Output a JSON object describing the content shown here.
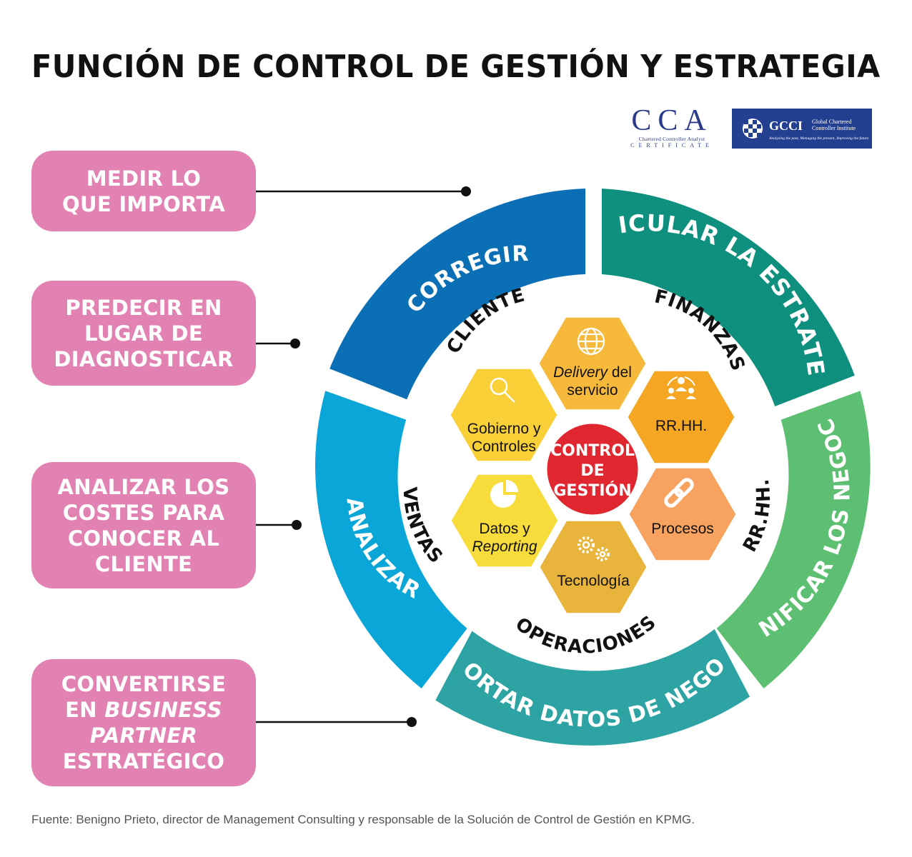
{
  "title": "FUNCIÓN DE CONTROL DE GESTIÓN Y ESTRATEGIA",
  "logos": {
    "cca": {
      "letters": "CCA",
      "line1": "Chartered Controller Analyst",
      "line2": "CERTIFICATE"
    },
    "gcci": {
      "name": "GCCI",
      "full_line1": "Global Chartered",
      "full_line2": "Controller Institute",
      "tagline": "Analyzing the past, Managing the present, Improving the future"
    }
  },
  "pills": [
    {
      "lines": [
        "MEDIR LO",
        "QUE IMPORTA"
      ]
    },
    {
      "lines": [
        "PREDECIR EN",
        "LUGAR DE",
        "DIAGNOSTICAR"
      ]
    },
    {
      "lines": [
        "ANALIZAR LOS",
        "COSTES PARA",
        "CONOCER AL",
        "CLIENTE"
      ]
    },
    {
      "line1": "CONVERTIRSE",
      "line2_pre": "EN ",
      "line2_it": "BUSINESS",
      "line3_it": "PARTNER",
      "line4": "ESTRATÉGICO"
    }
  ],
  "ring": [
    {
      "label": "CORREGIR",
      "color": "#0b6fb6"
    },
    {
      "label": "ARTICULAR LA ESTRATEGIA",
      "color": "#0f8f7d"
    },
    {
      "label": "PLANIFICAR LOS NEGOCIOS",
      "color": "#5cbf72"
    },
    {
      "label": "REPORTAR DATOS DE NEGOCIO",
      "color": "#2ea3a3"
    },
    {
      "label": "ANALIZAR",
      "color": "#0aa6d8"
    }
  ],
  "inner_labels": [
    "CLIENTE",
    "FINANZAS",
    "RR.HH.",
    "OPERACIONES",
    "VENTAS"
  ],
  "center": {
    "lines": [
      "CONTROL",
      "DE",
      "GESTIÓN"
    ],
    "color": "#e0262f"
  },
  "hexagons": [
    {
      "id": "delivery",
      "line1_it": "Delivery",
      "line1_rest": " del",
      "line2": "servicio",
      "icon": "globe-icon",
      "color": "#f6b93b"
    },
    {
      "id": "rrhh",
      "line1": "RR.HH.",
      "icon": "people-icon",
      "color": "#f5a623"
    },
    {
      "id": "procesos",
      "line1": "Procesos",
      "icon": "chain-link-icon",
      "color": "#f7a25e"
    },
    {
      "id": "tecnologia",
      "line1": "Tecnología",
      "icon": "gears-icon",
      "color": "#e8b43c"
    },
    {
      "id": "datos",
      "line1": "Datos y",
      "line2_it": "Reporting",
      "icon": "pie-chart-icon",
      "color": "#f7dc3c"
    },
    {
      "id": "gobierno",
      "line1": "Gobierno y",
      "line2": "Controles",
      "icon": "magnifier-icon",
      "color": "#f9d037"
    }
  ],
  "footnote": "Fuente: Benigno Prieto, director de Management Consulting y responsable de la Solución de Control de Gestión en KPMG."
}
